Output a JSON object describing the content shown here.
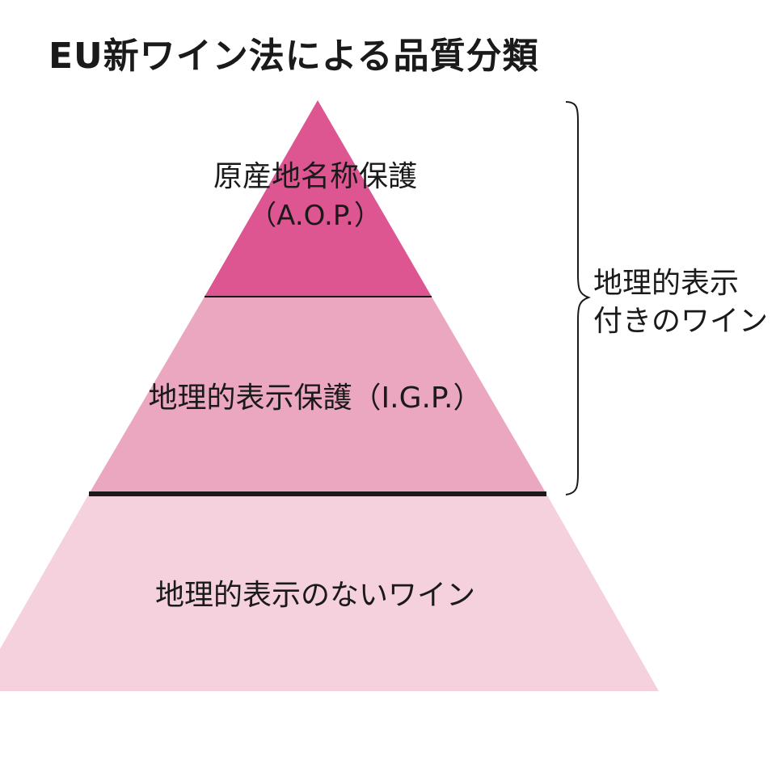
{
  "title": "EU新ワイン法による品質分類",
  "colors": {
    "tier_top": "#de5691",
    "tier_middle": "#eba7c0",
    "tier_bottom": "#f5d1dd",
    "divider": "#1a1a1a",
    "text": "#1a1a1a"
  },
  "tiers": [
    {
      "name": "原産地名称保護",
      "abbr": "（A.O.P.）"
    },
    {
      "name": "地理的表示保護（I.G.P.）"
    },
    {
      "name": "地理的表示のないワイン"
    }
  ],
  "bracket": {
    "line1": "地理的表示",
    "line2": "付きのワイン"
  }
}
